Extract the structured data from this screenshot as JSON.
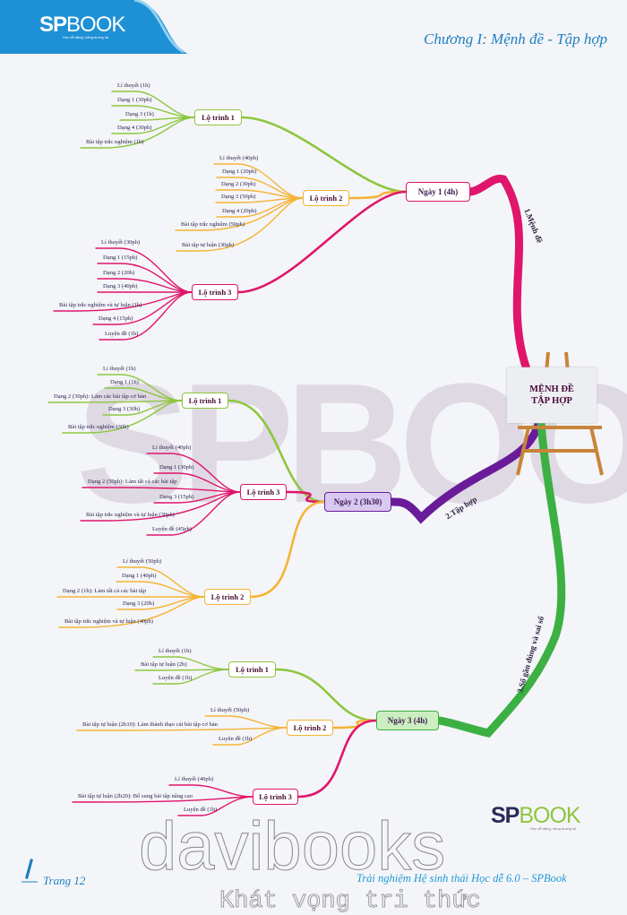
{
  "header": {
    "logo": {
      "sp": "SP",
      "book": "BOOK",
      "tagline": "Học dễ dàng, nâng tương lai"
    },
    "chapter_title": "Chương I: Mệnh đề - Tập hợp"
  },
  "mindmap": {
    "center": {
      "line1": "MỆNH ĐỀ",
      "line2": "TẬP HỢP"
    },
    "days": [
      {
        "label": "Ngày 1 (4h)",
        "branch_label": "1.Mệnh đề",
        "color": "#e0156b",
        "fill": "#ffffff",
        "routes": [
          {
            "label": "Lộ trình 1",
            "color": "#8dc63f",
            "leaves": [
              "Lí thuyết (1h)",
              "Dạng 1 (30ph)",
              "Dạng 3 (1h)",
              "Dạng 4 (30ph)",
              "Bài tập trắc nghiệm (1h)"
            ]
          },
          {
            "label": "Lộ trình 2",
            "color": "#f5b335",
            "leaves": [
              "Lí thuyết (40ph)",
              "Dạng 1 (20ph)",
              "Dạng 2 (30ph)",
              "Dạng 3 (50ph)",
              "Dạng 4 (20ph)",
              "Bài tập trắc nghiệm (50ph)",
              "Bài tập tự luận (30ph)"
            ]
          },
          {
            "label": "Lộ trình 3",
            "color": "#e0156b",
            "leaves": [
              "Lí thuyết (30ph)",
              "Dạng 1 (15ph)",
              "Dạng 2 (20h)",
              "Dạng 3 (40ph)",
              "Bài tập trắc nghiệm và tự luận (1h)",
              "Dạng 4 (15ph)",
              "Luyện đề (1h)"
            ]
          }
        ]
      },
      {
        "label": "Ngày 2 (3h30)",
        "branch_label": "2.Tập hợp",
        "color": "#6a1b9a",
        "fill": "#d9c8f0",
        "routes": [
          {
            "label": "Lộ trình 1",
            "color": "#8dc63f",
            "leaves": [
              "Lí thuyết (1h)",
              "Dạng 1 (1h)",
              "Dạng 2 (30ph): Làm các bài tập cơ bản",
              "Dạng 3 (30h)",
              "Bài tập trắc nghiệm (30h)"
            ]
          },
          {
            "label": "Lộ trình 3",
            "color": "#e0156b",
            "leaves": [
              "Lí thuyết (40ph)",
              "Dạng 1 (30ph)",
              "Dạng 2 (50ph): Làm tất cả các bài tập",
              "Dạng 3 (15ph)",
              "Bài tập trắc nghiệm và tự luận (30ph)",
              "Luyện đề (45ph)"
            ]
          },
          {
            "label": "Lộ trình 2",
            "color": "#f5b335",
            "leaves": [
              "Lí thuyết (50ph)",
              "Dạng 1 (40ph)",
              "Dạng 2 (1h): Làm tất cả các bài tập",
              "Dạng 3 (20h)",
              "Bài tập trắc nghiệm và tự luận (40ph)"
            ]
          }
        ]
      },
      {
        "label": "Ngày 3 (4h)",
        "branch_label": "3.Số gần đúng và sai số",
        "color": "#3cb043",
        "fill": "#cdeec0",
        "routes": [
          {
            "label": "Lộ trình 1",
            "color": "#8dc63f",
            "leaves": [
              "Lí thuyết (1h)",
              "Bài tập tự luận (2h)",
              "Luyện đề (1h)"
            ]
          },
          {
            "label": "Lộ trình 2",
            "color": "#f5b335",
            "leaves": [
              "Lí thuyết (50ph)",
              "Bài tập tự luận (2h10): Làm thành thạo cái bài tập cơ bản",
              "Luyện đề (1h)"
            ]
          },
          {
            "label": "Lộ trình 3",
            "color": "#e0156b",
            "leaves": [
              "Lí thuyết (40ph)",
              "Bài tập tự luận (2h20): Bổ sung bài tập nâng cao",
              "Luyện đề (1h)"
            ]
          }
        ]
      }
    ]
  },
  "watermark": {
    "brand": "davibooks",
    "slogan": "Khát vọng tri thức",
    "center_logo": "SPBOOK"
  },
  "footer": {
    "page": "Trang 12",
    "slogan": "Trải nghiệm Hệ sinh thái Học dễ 6.0 – SPBook",
    "logo": {
      "sp": "SP",
      "book": "BOOK",
      "tagline": "Học dễ dàng, nâng tương lai"
    }
  },
  "colors": {
    "brand_blue": "#1e90d6",
    "title_blue": "#1e7fc2"
  }
}
